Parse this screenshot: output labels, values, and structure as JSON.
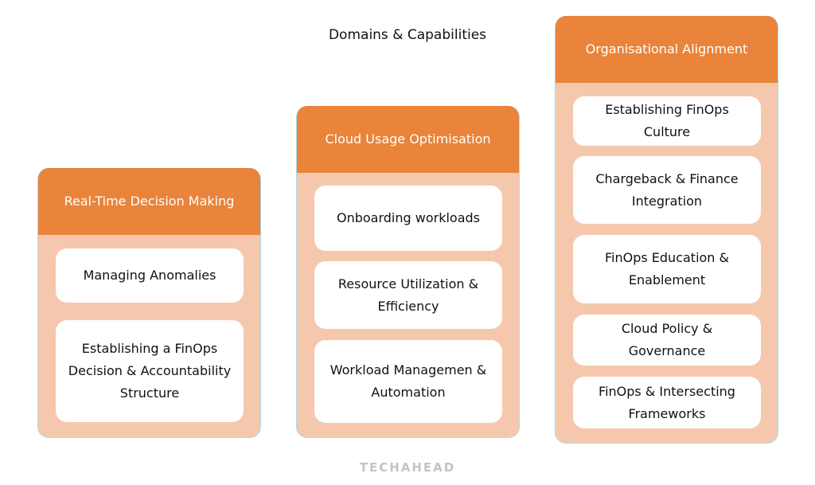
{
  "title": "Domains & Capabilities",
  "columns": [
    {
      "header": "Real-Time Decision Making",
      "cards": [
        "Managing Anomalies",
        "Establishing a FinOps Decision & Accountability Structure"
      ]
    },
    {
      "header": "Cloud Usage Optimisation",
      "cards": [
        "Onboarding workloads",
        "Resource Utilization & Efficiency",
        "Workload Managemen & Automation"
      ]
    },
    {
      "header": "Organisational Alignment",
      "cards": [
        "Establishing FinOps Culture",
        "Chargeback & Finance Integration",
        "FinOps Education & Enablement",
        "Cloud Policy & Governance",
        "FinOps & Intersecting Frameworks"
      ]
    }
  ],
  "logo": "TECHAHEAD",
  "colors": {
    "header": "#E9843A",
    "body": "#F5C8AE",
    "border": "#a9dbe8"
  }
}
